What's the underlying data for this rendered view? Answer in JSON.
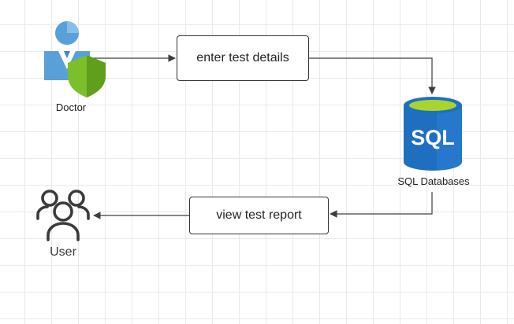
{
  "diagram": {
    "nodes": {
      "doctor": {
        "label": "Doctor",
        "icon": "doctor-shield-icon"
      },
      "enter_test_details": {
        "label": "enter test details"
      },
      "sql_databases": {
        "label": "SQL Databases",
        "icon_text": "SQL",
        "icon": "sql-database-icon"
      },
      "view_test_report": {
        "label": "view test report"
      },
      "user": {
        "label": "User",
        "icon": "users-icon"
      }
    },
    "edges": [
      {
        "from": "doctor",
        "to": "enter_test_details"
      },
      {
        "from": "enter_test_details",
        "to": "sql_databases"
      },
      {
        "from": "sql_databases",
        "to": "view_test_report"
      },
      {
        "from": "view_test_report",
        "to": "user"
      }
    ],
    "colors": {
      "doctor_blue": "#5aa0d8",
      "shield_green": "#7bbf2a",
      "database_blue": "#1f6fc1",
      "database_top": "#a8d52d",
      "connector": "#3d3d3d",
      "user_outline": "#3a3a3a"
    }
  }
}
